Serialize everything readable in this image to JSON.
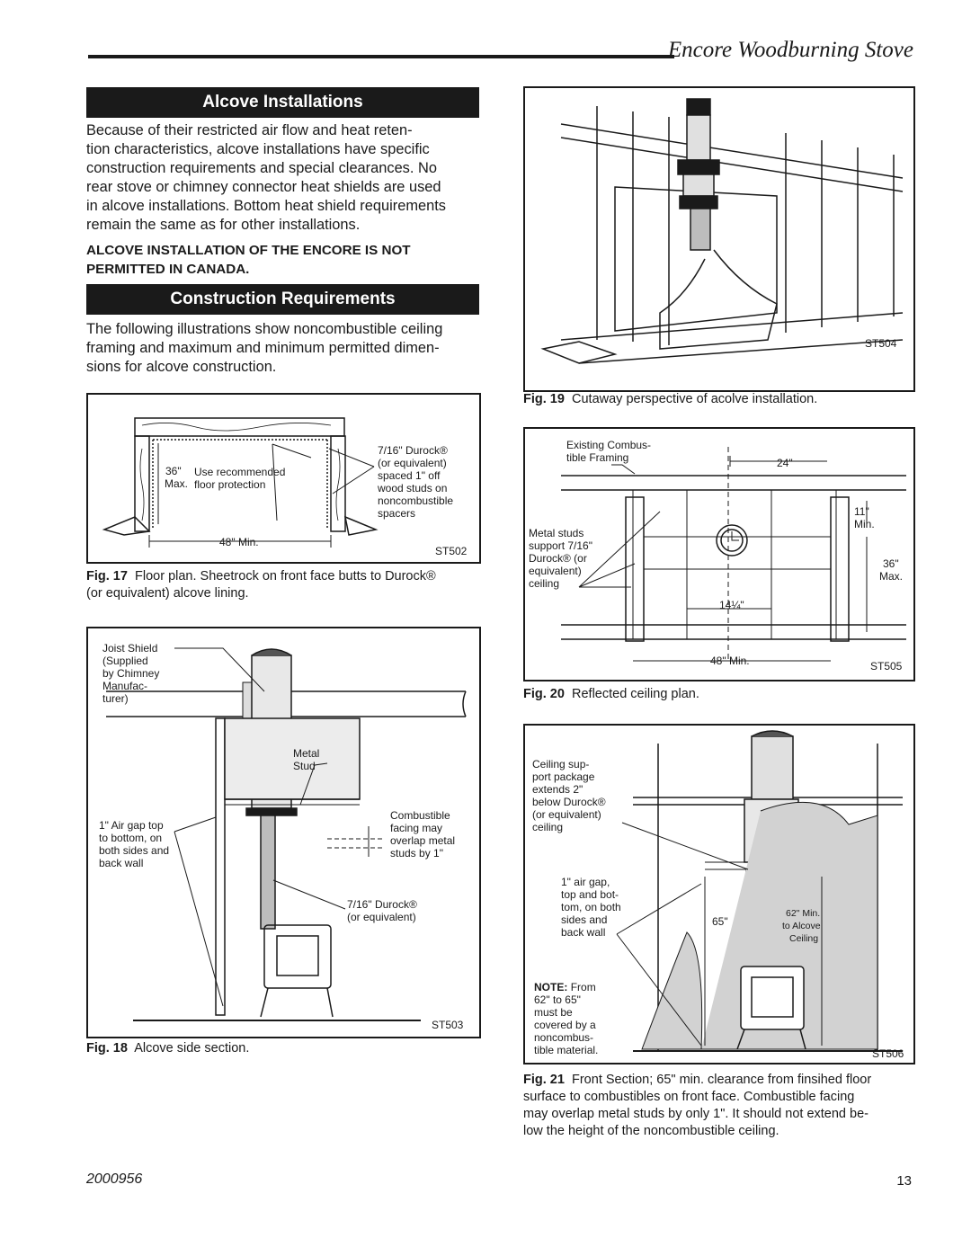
{
  "header": {
    "title": "Encore Woodburning Stove"
  },
  "sections": {
    "alcove": {
      "heading": "Alcove Installations",
      "paragraph_lines": [
        "Because of their restricted air flow and heat reten-",
        "tion characteristics, alcove installations have specific",
        "construction requirements and special clearances.  No",
        "rear stove or chimney connector heat shields are used",
        "in alcove installations. Bottom heat shield requirements",
        "remain the same as for other installations."
      ],
      "warning_lines": [
        "ALCOVE INSTALLATION OF THE  ENCORE IS NOT",
        "PERMITTED IN CANADA."
      ]
    },
    "construction": {
      "heading": "Construction Requirements",
      "paragraph_lines": [
        "The following illustrations show noncombustible ceiling",
        "framing and maximum and minimum permitted dimen-",
        "sions for alcove construction."
      ]
    }
  },
  "figures": {
    "fig17": {
      "caption_num": "Fig. 17",
      "caption_lines": [
        "Floor plan. Sheetrock on front face butts to Durock®",
        "(or equivalent) alcove lining."
      ],
      "code": "ST502",
      "labels": {
        "max_a": "36\"",
        "max_b": "Max.",
        "use_a": "Use recommended",
        "use_b": "floor protection",
        "durock": [
          "7/16\" Durock®",
          "(or equivalent)",
          "spaced 1\" off",
          "wood studs on",
          "noncombustible",
          "spacers"
        ],
        "width": "48\" Min."
      }
    },
    "fig18": {
      "caption_num": "Fig. 18",
      "caption_text": "Alcove side section.",
      "code": "ST503",
      "labels": {
        "joist": [
          "Joist Shield",
          "(Supplied",
          "by Chimney",
          "Manufac-",
          "turer)"
        ],
        "metal_stud": [
          "Metal",
          "Stud"
        ],
        "air_gap": [
          "1\" Air gap top",
          "to bottom, on",
          "both sides and",
          "back wall"
        ],
        "combustible": [
          "Combustible",
          "facing may",
          "overlap metal",
          "studs by 1\""
        ],
        "durock": [
          "7/16\" Durock®",
          "(or equivalent)"
        ]
      }
    },
    "fig19": {
      "caption_num": "Fig. 19",
      "caption_text": "Cutaway perspective of acolve installation.",
      "code": "ST504"
    },
    "fig20": {
      "caption_num": "Fig. 20",
      "caption_text": "Reflected ceiling plan.",
      "code": "ST505",
      "labels": {
        "existing": [
          "Existing Combus-",
          "tible Framing"
        ],
        "w24": "24\"",
        "h11": [
          "11\"",
          "Min."
        ],
        "metal": [
          "Metal studs",
          "support 7/16\"",
          "Durock® (or",
          "equivalent)",
          "ceiling"
        ],
        "h36": [
          "36\"",
          "Max."
        ],
        "w1414": "14¼\"",
        "w48": "48\" Min."
      }
    },
    "fig21": {
      "caption_num": "Fig. 21",
      "caption_lines": [
        "Front Section; 65\" min. clearance from finsihed floor",
        "surface to combustibles on front face. Combustible facing",
        "may overlap metal studs by only 1\". It should not extend be-",
        "low the height of the noncombustible ceiling."
      ],
      "code": "ST506",
      "labels": {
        "ceiling": [
          "Ceiling sup-",
          "port package",
          "extends 2\"",
          "below Durock®",
          "(or equivalent)",
          "ceiling"
        ],
        "air_gap": [
          "1\" air gap,",
          "top and bot-",
          "tom, on both",
          "sides and",
          "back wall"
        ],
        "h65": "65\"",
        "h62": [
          "62\" Min.",
          "to Alcove",
          "Ceiling"
        ],
        "note_head": "NOTE:",
        "note_rest": "From",
        "note_lines": [
          "62\" to 65\"",
          "must be",
          "covered by a",
          "noncombus-",
          "tible material."
        ]
      }
    }
  },
  "footer": {
    "doc_number": "2000956",
    "page": "13"
  }
}
